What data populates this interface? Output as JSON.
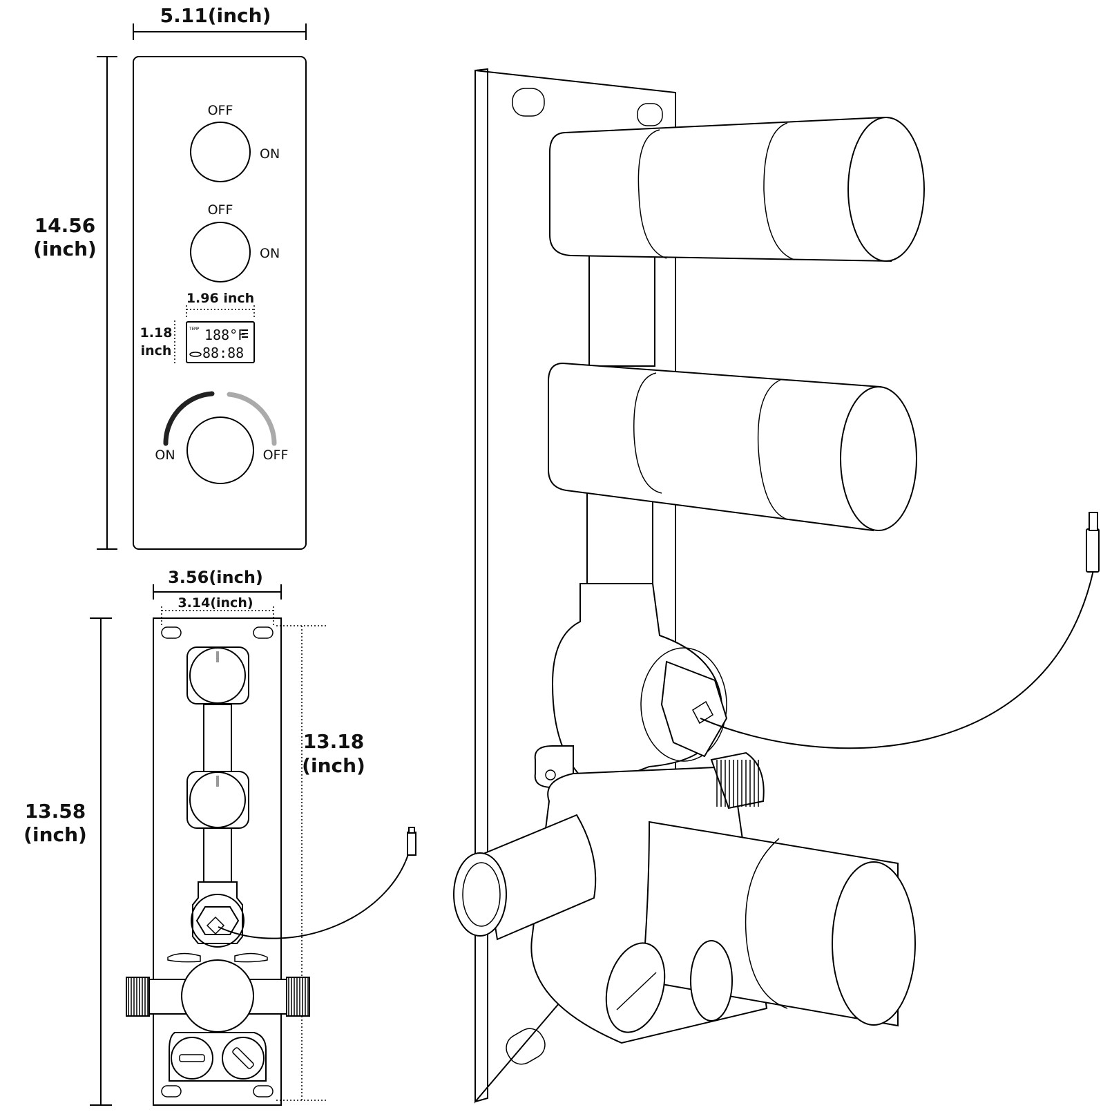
{
  "front_panel": {
    "width_label": "5.11(inch)",
    "height_value": "14.56",
    "height_unit": "(inch)",
    "knob1": {
      "off": "OFF",
      "on": "ON"
    },
    "knob2": {
      "off": "OFF",
      "on": "ON"
    },
    "display": {
      "width_label": "1.96 inch",
      "height_value": "1.18",
      "height_unit": "inch",
      "temp_tag": "TEMP",
      "temp_reading": "188°F",
      "time_reading": "88:88"
    },
    "dial": {
      "on": "ON",
      "off": "OFF"
    }
  },
  "valve_body": {
    "outer_width_label": "3.56(inch)",
    "inner_width_label": "3.14(inch)",
    "total_height_value": "13.58",
    "total_height_unit": "(inch)",
    "hole_spacing_value": "13.18",
    "hole_spacing_unit": "(inch)"
  },
  "colors": {
    "line": "#000000",
    "arc_dark": "#222222",
    "arc_light": "#aaaaaa",
    "background": "#ffffff"
  }
}
